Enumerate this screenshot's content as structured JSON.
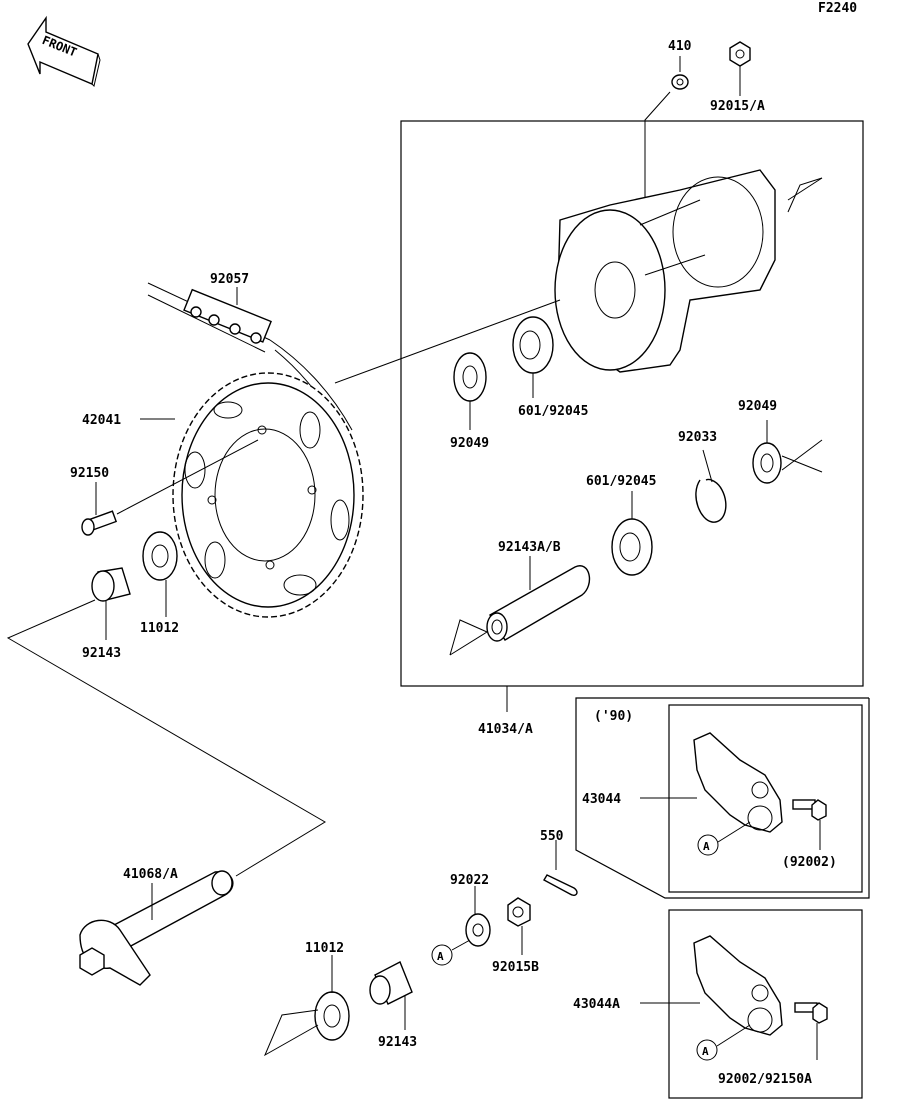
{
  "diagram_code": "F2240",
  "front_label": "FRONT",
  "callout_letter": "A",
  "year_note": "('90)",
  "parts": {
    "p410": "410",
    "p92015A": "92015/A",
    "p92057": "92057",
    "p42041": "42041",
    "p92150": "92150",
    "p92049_left": "92049",
    "p601_upper": "601/92045",
    "p92049_right": "92049",
    "p92033": "92033",
    "p601_lower": "601/92045",
    "p92143AB": "92143A/B",
    "p11012_upper": "11012",
    "p92143_upper": "92143",
    "p41034A": "41034/A",
    "p43044": "43044",
    "p92002": "(92002)",
    "p550": "550",
    "p41068A": "41068/A",
    "p92022": "92022",
    "p92015B": "92015B",
    "p11012_lower": "11012",
    "p92143_lower": "92143",
    "p43044A": "43044A",
    "p92002_92150A": "92002/92150A"
  }
}
